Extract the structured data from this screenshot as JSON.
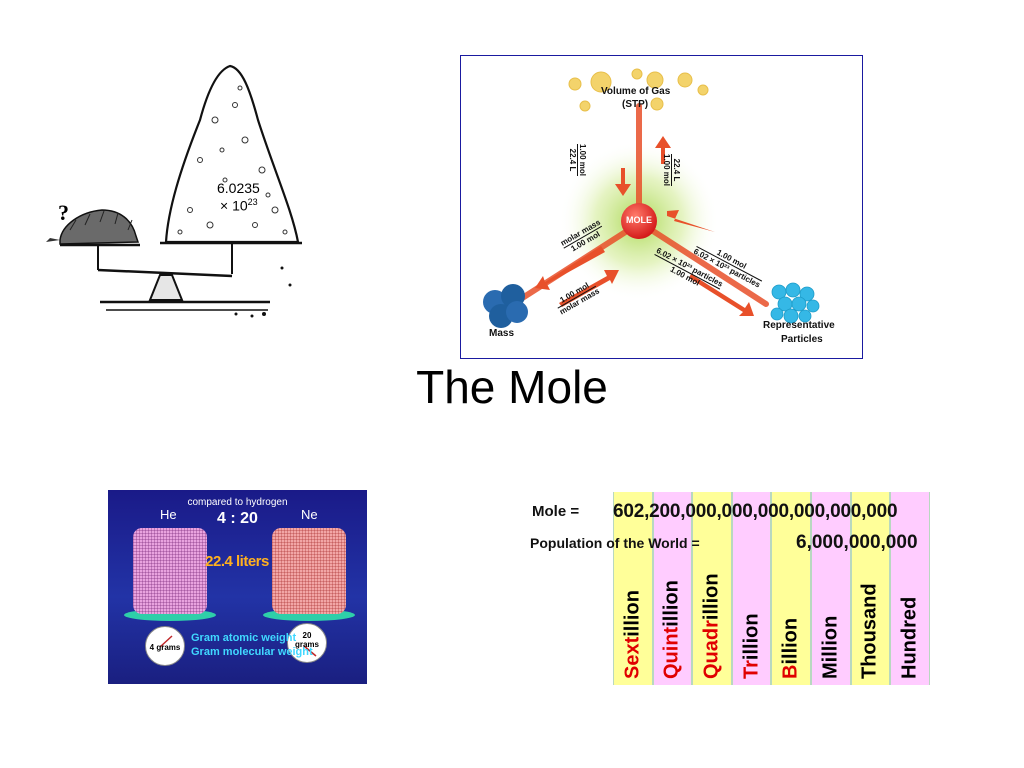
{
  "slide": {
    "title": "The Mole"
  },
  "cartoon": {
    "question_mark": "?",
    "pile_number": "6.0235",
    "pile_power": "× 10",
    "pile_exponent": "23"
  },
  "mole_map": {
    "center": "MOLE",
    "gas_label": "Volume of Gas",
    "gas_sublabel": "(STP)",
    "mass_label": "Mass",
    "particles_label_1": "Representative",
    "particles_label_2": "Particles",
    "gas_down_num": "1.00 mol",
    "gas_down_den": "22.4 L",
    "gas_up_num": "22.4 L",
    "gas_up_den": "1.00 mol",
    "mass_out_num": "molar mass",
    "mass_out_den": "1.00 mol",
    "mass_in_num": "1.00 mol",
    "mass_in_den": "molar mass",
    "part_in_num": "1.00 mol",
    "part_in_den": "6.02 × 10²³ particles",
    "part_out_num": "6.02 × 10²³ particles",
    "part_out_den": "1.00 mol",
    "colors": {
      "arrow": "#e8502a",
      "mole": "#e52424",
      "glow": "#9ed24a",
      "gas": "#f3d36b",
      "mass": "#1f5f9e",
      "particles": "#35b8e6"
    }
  },
  "gas_panel": {
    "compared": "compared to hydrogen",
    "he": "He",
    "ne": "Ne",
    "ratio": "4 : 20",
    "volume": "22.4 liters",
    "atomic_weight": "Gram atomic weight",
    "molecular_weight": "Gram molecular weight",
    "he_grams": "4 grams",
    "ne_grams": "20 grams"
  },
  "place_table": {
    "mole_label": "Mole =",
    "mole_value": "602,200,000,000,000,000,000,000",
    "population_label": "Population of the World =",
    "population_value": "6,000,000,000",
    "columns": [
      {
        "red": "Sext",
        "black": "illion",
        "color": "yellow"
      },
      {
        "red": "Quint",
        "black": "illion",
        "color": "pink"
      },
      {
        "red": "Quadr",
        "black": "illion",
        "color": "yellow"
      },
      {
        "red": "Tr",
        "black": "illion",
        "color": "pink"
      },
      {
        "red": "B",
        "black": "illion",
        "color": "yellow"
      },
      {
        "red": "",
        "black": "Million",
        "color": "pink"
      },
      {
        "red": "",
        "black": "Thousand",
        "color": "yellow"
      },
      {
        "red": "",
        "black": "Hundred",
        "color": "pink"
      }
    ]
  }
}
